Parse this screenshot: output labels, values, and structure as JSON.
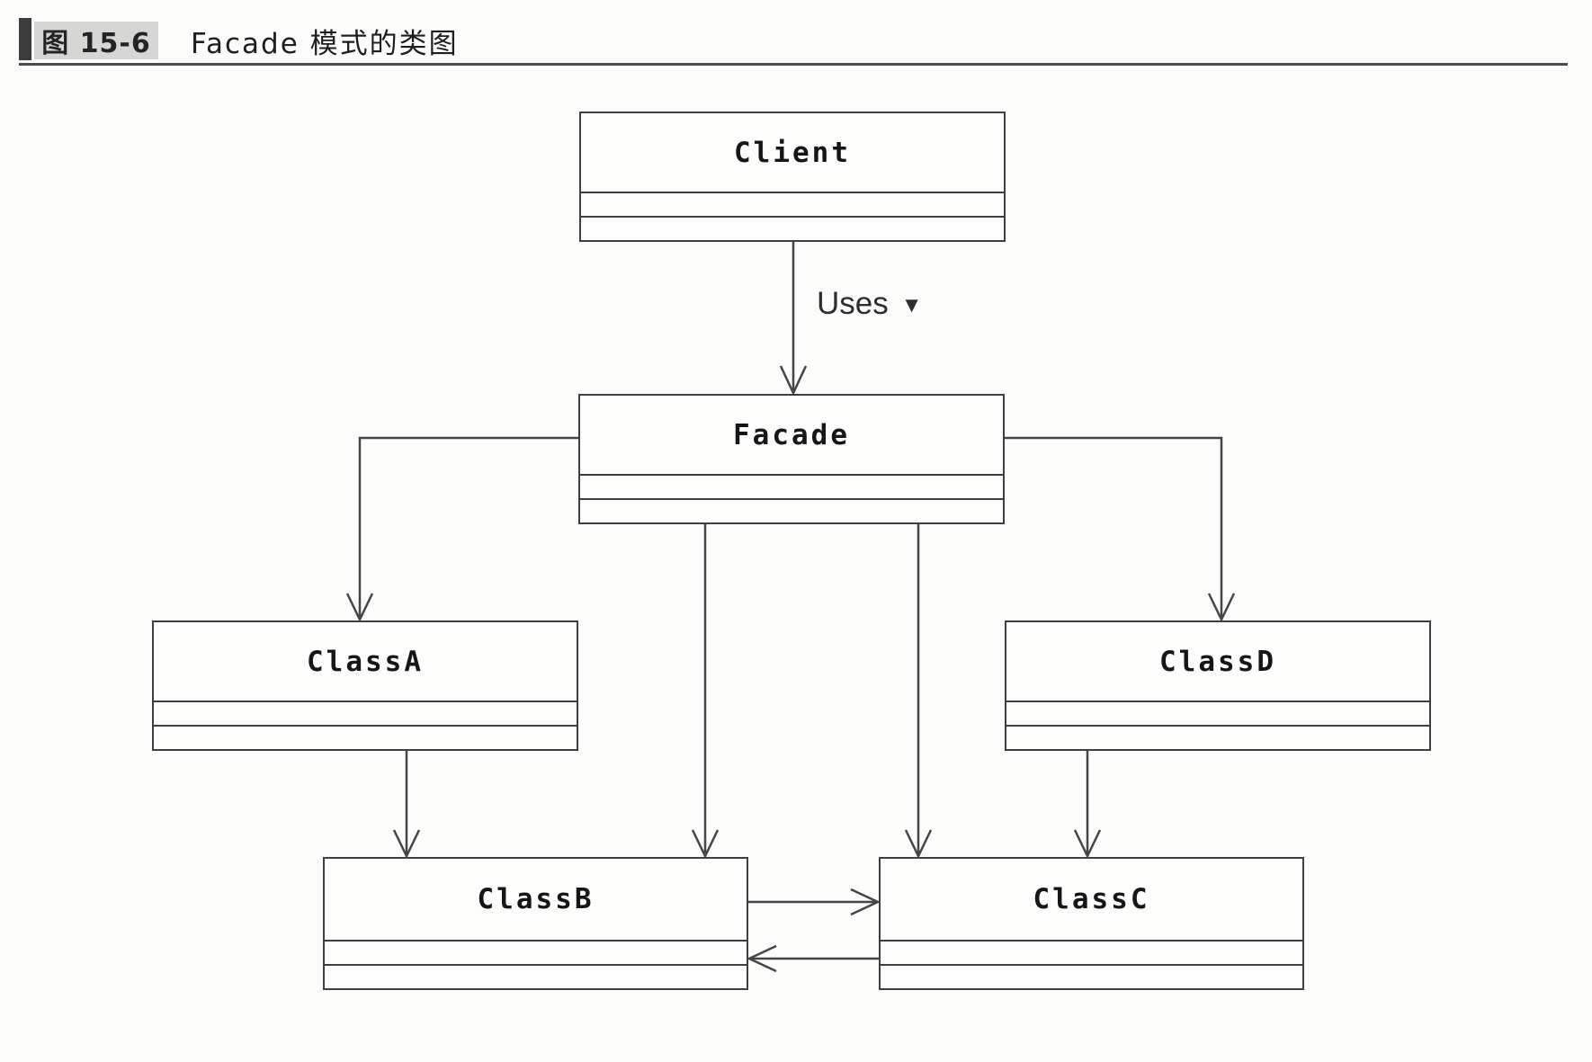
{
  "figure": {
    "label": "图 15-6",
    "title": "Facade 模式的类图"
  },
  "classes": [
    {
      "name": "Client"
    },
    {
      "name": "Facade"
    },
    {
      "name": "ClassA"
    },
    {
      "name": "ClassB"
    },
    {
      "name": "ClassC"
    },
    {
      "name": "ClassD"
    }
  ],
  "uses": {
    "label": "Uses",
    "triangle_glyph": "▼"
  },
  "relations": [
    {
      "from": "Client",
      "to": "Facade",
      "label": "Uses"
    },
    {
      "from": "Facade",
      "to": "ClassA"
    },
    {
      "from": "Facade",
      "to": "ClassB"
    },
    {
      "from": "Facade",
      "to": "ClassC"
    },
    {
      "from": "Facade",
      "to": "ClassD"
    },
    {
      "from": "ClassA",
      "to": "ClassB"
    },
    {
      "from": "ClassD",
      "to": "ClassC"
    },
    {
      "from": "ClassB",
      "to": "ClassC"
    },
    {
      "from": "ClassC",
      "to": "ClassB"
    }
  ],
  "colors": {
    "line": "#454545",
    "box_border": "#3f3f3f",
    "text": "#161616",
    "badge_bg": "#d6d6d4",
    "accent_bar": "#3c3c3c",
    "page_bg": "#fcfcfb"
  }
}
